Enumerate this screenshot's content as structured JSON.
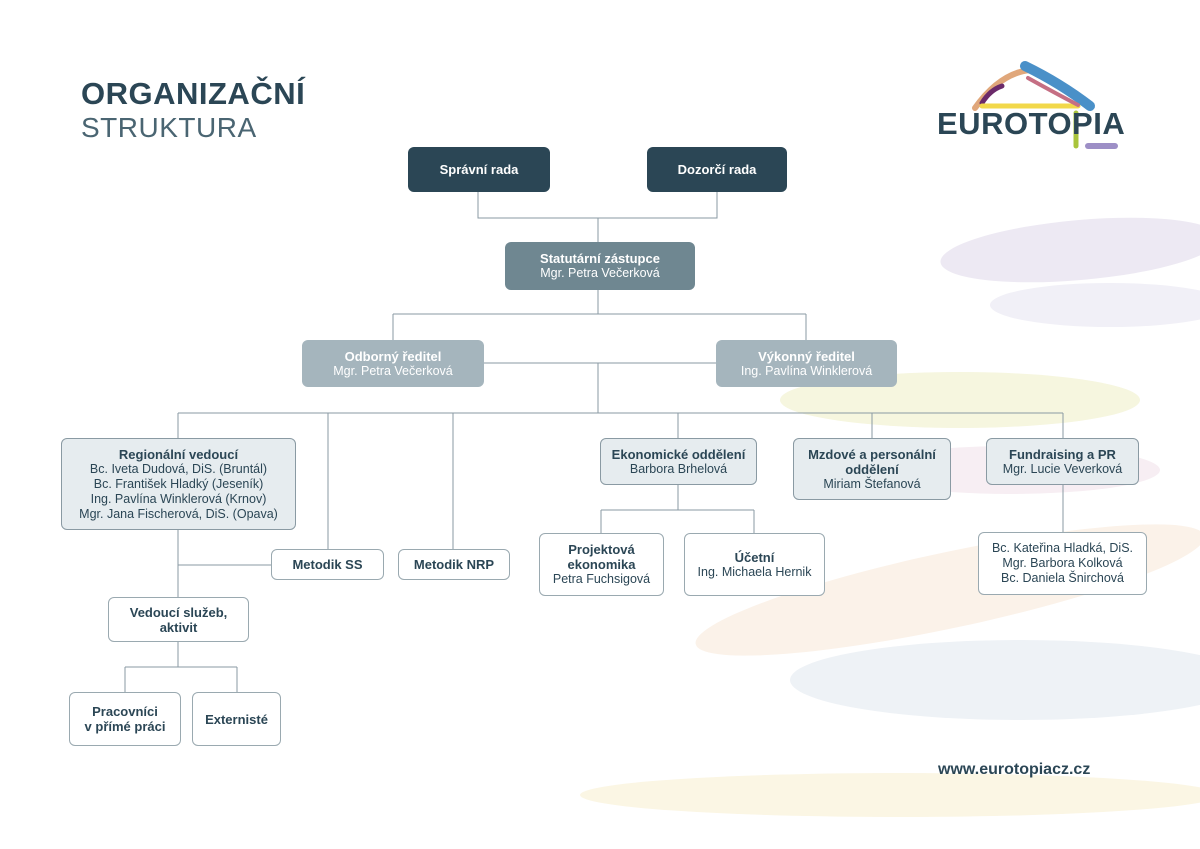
{
  "title": {
    "line1": "ORGANIZAČNÍ",
    "line2": "STRUKTURA"
  },
  "logo": {
    "text": "EUROTOPIA"
  },
  "website": "www.eurotopiacz.cz",
  "nodes": {
    "spravni_rada": "Správní rada",
    "dozorci_rada": "Dozorčí rada",
    "statutarni": {
      "title": "Statutární zástupce",
      "name": "Mgr. Petra Večerková"
    },
    "odborny": {
      "title": "Odborný ředitel",
      "name": "Mgr. Petra Večerková"
    },
    "vykonny": {
      "title": "Výkonný ředitel",
      "name": "Ing. Pavlína Winklerová"
    },
    "regionalni": {
      "title": "Regionální vedoucí",
      "names": [
        "Bc. Iveta Dudová, DiS. (Bruntál)",
        "Bc. František Hladký (Jeseník)",
        "Ing. Pavlína Winklerová (Krnov)",
        "Mgr. Jana Fischerová, DiS. (Opava)"
      ]
    },
    "metodik_ss": "Metodik SS",
    "metodik_nrp": "Metodik NRP",
    "ekonomicke": {
      "title": "Ekonomické oddělení",
      "name": "Barbora Brhelová"
    },
    "mzdove": {
      "title_1": "Mzdové a personální",
      "title_2": "oddělení",
      "name": "Miriam Štefanová"
    },
    "fundraising": {
      "title": "Fundraising a PR",
      "name": "Mgr. Lucie Veverková"
    },
    "vedouci_sluzeb": {
      "line1": "Vedoucí služeb,",
      "line2": "aktivit"
    },
    "pracovnici": {
      "line1": "Pracovníci",
      "line2": "v přímé práci"
    },
    "externiste": "Externisté",
    "projektova": {
      "line1": "Projektová",
      "line2": "ekonomika",
      "name": "Petra Fuchsigová"
    },
    "ucetni": {
      "title": "Účetní",
      "name": "Ing. Michaela Hernik"
    },
    "pr_team": [
      "Bc. Kateřina Hladká, DiS.",
      "Mgr. Barbora Kolková",
      "Bc. Daniela Šnirchová"
    ]
  },
  "colors": {
    "dark": "#2b4655",
    "mid": "#6f8791",
    "light": "#a5b5bd",
    "pale": "#e6ecef"
  }
}
